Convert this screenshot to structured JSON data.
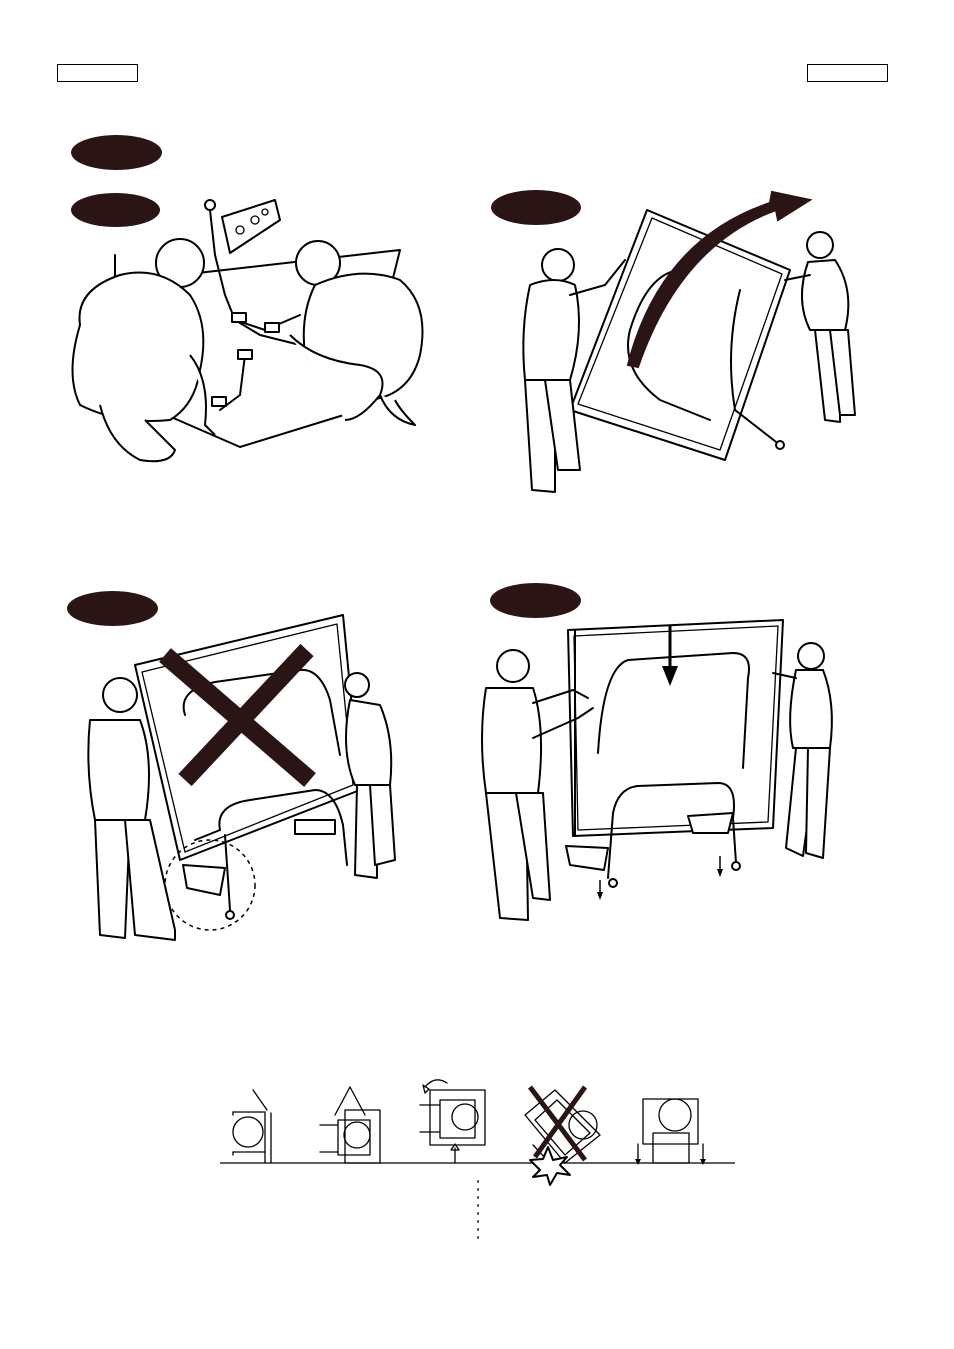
{
  "page": {
    "header_left_tag": "",
    "header_right_tag": ""
  },
  "steps": [
    {
      "id": "step-a",
      "label": ""
    },
    {
      "id": "step-b",
      "label": ""
    },
    {
      "id": "step-c",
      "label": ""
    },
    {
      "id": "step-d",
      "label": ""
    },
    {
      "id": "step-e",
      "label": ""
    }
  ],
  "icons": {
    "warning": "cross-prohibited-icon",
    "arrow_flip": "curved-arrow-icon",
    "arrow_down": "down-arrow-icon",
    "highlight": "dashed-circle-highlight-icon"
  },
  "colors": {
    "pill": "#2a1414",
    "cross": "#2a1414",
    "line": "#000000"
  }
}
